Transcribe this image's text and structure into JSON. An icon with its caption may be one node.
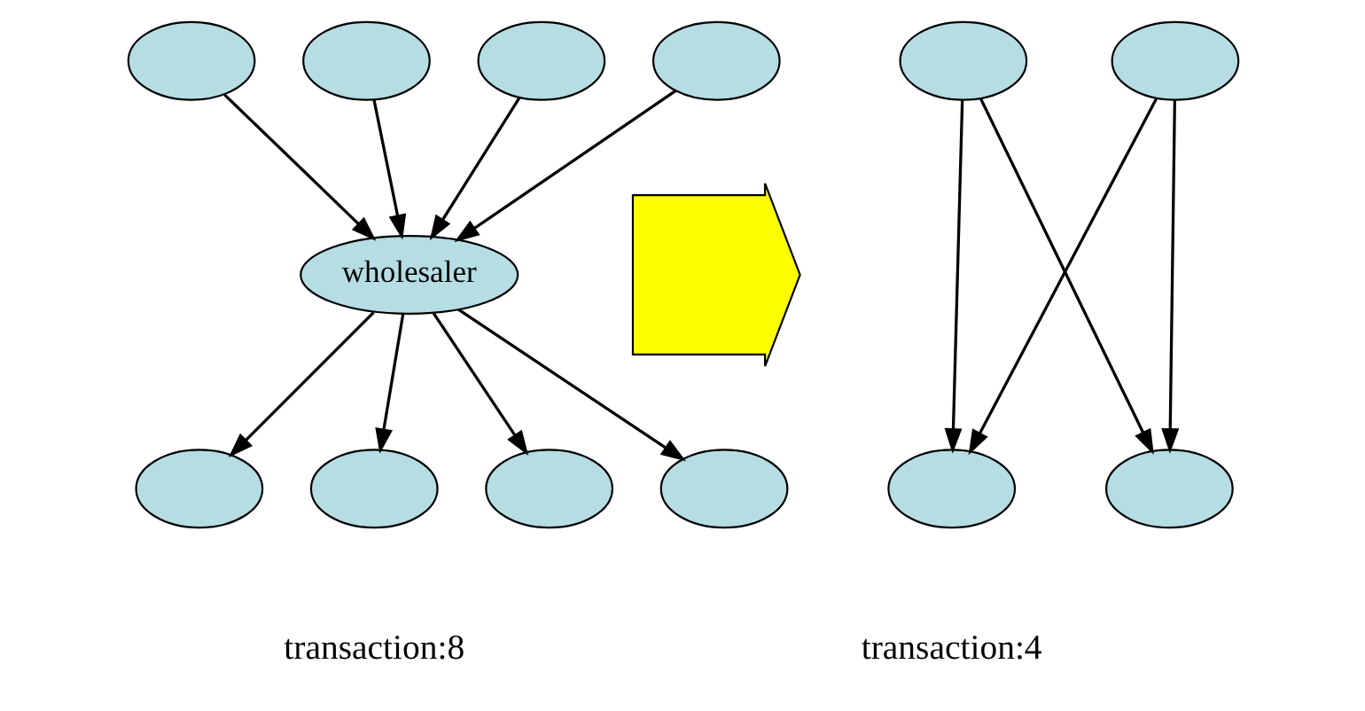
{
  "diagram": {
    "nodes": [
      {
        "text": [],
        "shape": "ellipse"
      },
      {
        "text": [],
        "shape": "ellipse"
      },
      {
        "text": [],
        "shape": "ellipse"
      },
      {
        "text": [],
        "shape": "ellipse"
      },
      {
        "text": [
          "wholesaler"
        ]
      },
      {
        "text": [],
        "shape": "ellipse"
      },
      {
        "text": [],
        "shape": "ellipse"
      },
      {
        "text": [],
        "shape": "ellipse"
      },
      {
        "text": [],
        "shape": "ellipse"
      },
      {
        "text": [],
        "shape": "arrow"
      },
      {
        "text": [],
        "shape": "ellipse"
      },
      {
        "text": [],
        "shape": "ellipse"
      },
      {
        "text": [],
        "shape": "ellipse"
      },
      {
        "text": [],
        "shape": "ellipse"
      }
    ],
    "edges": [
      {
        "from": 0,
        "to": 4,
        "arrow": "to"
      },
      {
        "from": 1,
        "to": 4,
        "arrow": "to"
      },
      {
        "from": 2,
        "to": 4,
        "arrow": "to"
      },
      {
        "from": 3,
        "to": 4,
        "arrow": "to"
      },
      {
        "from": 4,
        "to": 5,
        "arrow": "to"
      },
      {
        "from": 4,
        "to": 6,
        "arrow": "to"
      },
      {
        "from": 4,
        "to": 7,
        "arrow": "to"
      },
      {
        "from": 4,
        "to": 8,
        "arrow": "to"
      },
      {
        "from": 10,
        "to": 12,
        "arrow": "to"
      },
      {
        "from": 10,
        "to": 13,
        "arrow": "to"
      },
      {
        "from": 11,
        "to": 12,
        "arrow": "to"
      },
      {
        "from": 11,
        "to": 13,
        "arrow": "to"
      }
    ],
    "labels": [
      "transaction:8",
      "transaction:4"
    ]
  }
}
